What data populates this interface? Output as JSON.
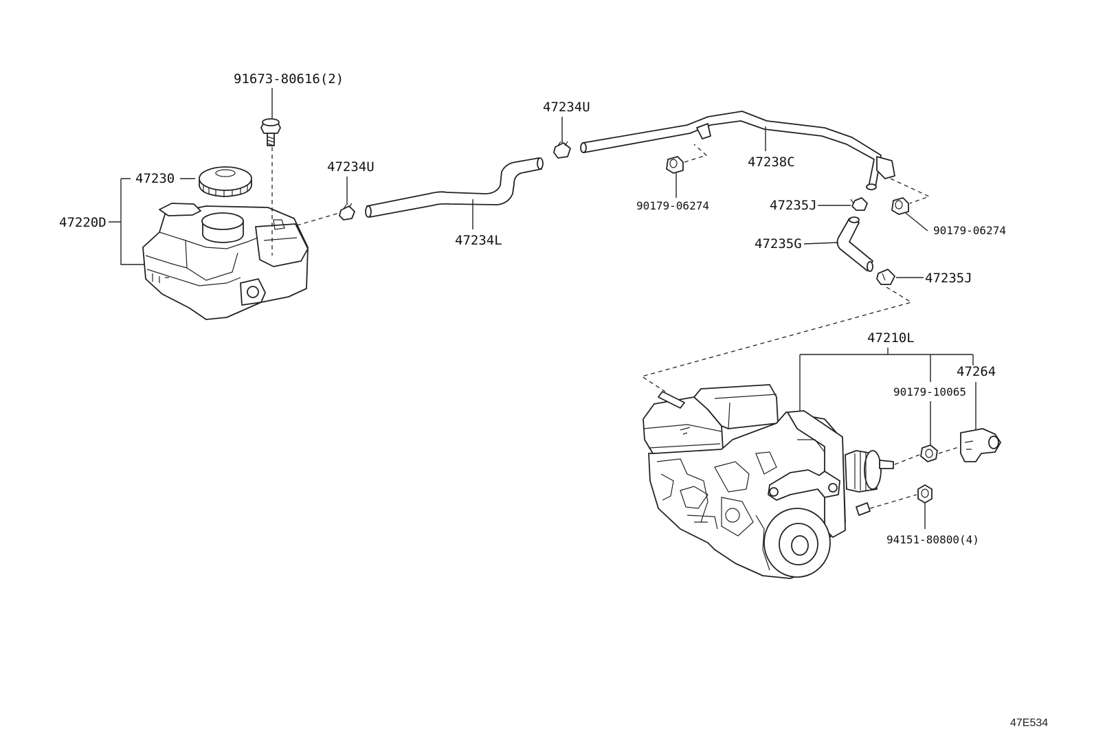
{
  "labels": {
    "bolt": "91673-80616(2)",
    "cap": "47230",
    "reservoir": "47220D",
    "clip_left": "47234U",
    "clip_top": "47234U",
    "hose_left": "47234L",
    "pipe": "47238C",
    "grommet_mid": "90179-06274",
    "grommet_right": "90179-06274",
    "clamp_upper": "47235J",
    "hose_small": "47235G",
    "clamp_lower": "47235J",
    "actuator": "47210L",
    "bracket": "47264",
    "nut_upper": "90179-10065",
    "nut_lower": "94151-80800(4)"
  },
  "diagram_code": "47E534"
}
